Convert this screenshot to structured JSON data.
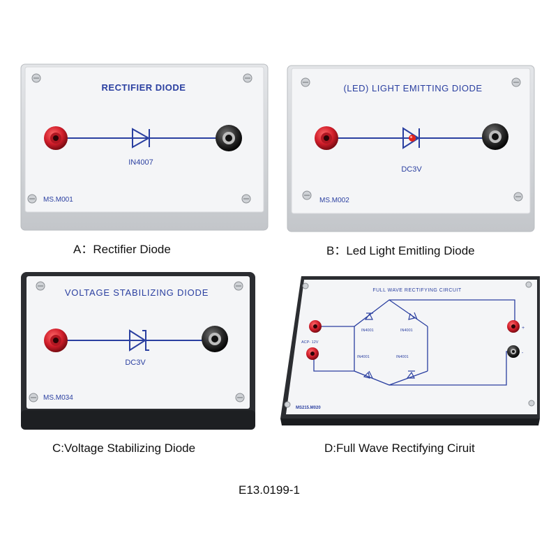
{
  "panels": {
    "a": {
      "title": "RECTIFIER DIODE",
      "part": "IN4007",
      "model": "MS.M001",
      "caption": "A：Rectifier Diode"
    },
    "b": {
      "title": "(LED) LIGHT EMITTING DIODE",
      "part": "DC3V",
      "model": "MS.M002",
      "caption": "B：Led Light Emitling Diode"
    },
    "c": {
      "title": "VOLTAGE STABILIZING DIODE",
      "part": "DC3V",
      "model": "MS.M034",
      "caption": "C:Voltage Stabilizing Diode"
    },
    "d": {
      "title": "FULL WAVE RECTIFYING CIRCUIT",
      "input_label": "ACP- 12V",
      "diode_label": "IN4001",
      "plus": "+",
      "minus": "-",
      "model": "MS215.M020",
      "caption": "D:Full Wave Rectifying Ciruit"
    }
  },
  "product_code": "E13.0199-1",
  "colors": {
    "ink": "#2a3fa0",
    "board": "#f3f4f6",
    "frame_light": "#d8dadd",
    "frame_dark": "#2b2d31",
    "terminal_red": "#d01d2a",
    "terminal_black": "#222222",
    "led": "#e2231a"
  }
}
